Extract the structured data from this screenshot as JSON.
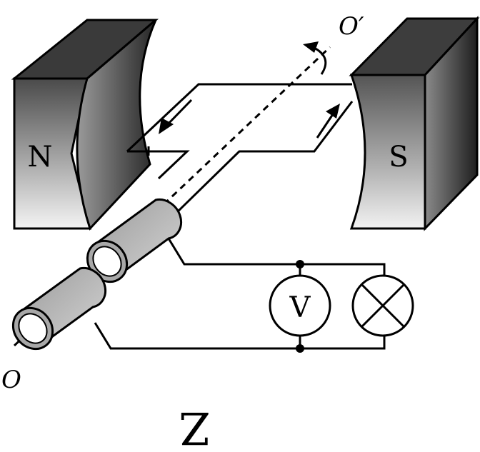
{
  "magnet_left_label": "N",
  "magnet_right_label": "S",
  "axis_end_top_label": "O′",
  "axis_end_bottom_label": "O",
  "meter_label": "V",
  "figure_label": "Z",
  "colors": {
    "magnet_dark": "#2b2b2b",
    "magnet_light": "#f0f0f0",
    "ring_gray": "#b8b8b8",
    "line": "#000000"
  },
  "icons": [
    "voltmeter-icon",
    "lamp-icon",
    "rotation-arrow-icon",
    "current-arrow-icon"
  ]
}
